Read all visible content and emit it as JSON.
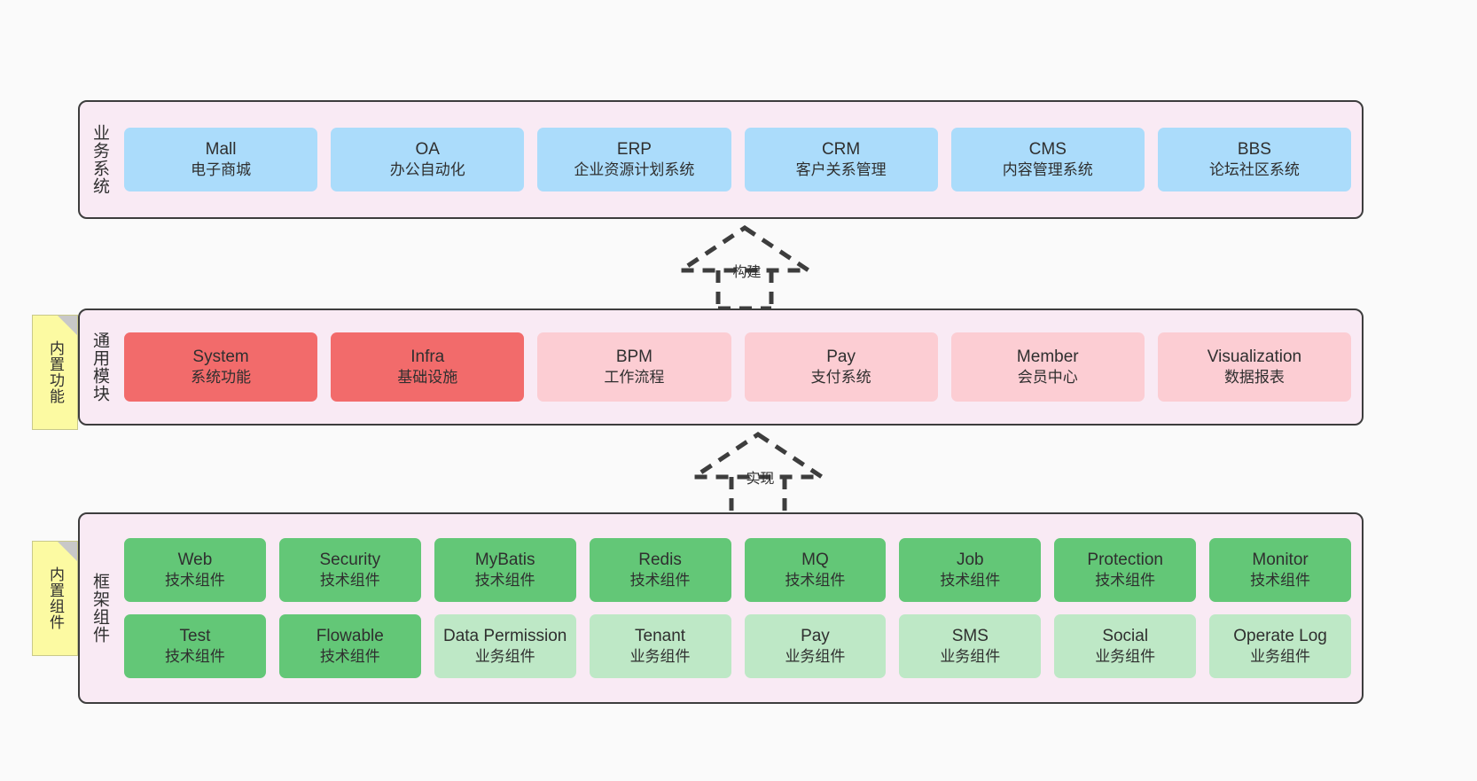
{
  "diagram": {
    "background_color": "#fafafa",
    "layer_bg_color": "#f9eaf4",
    "layer_border_color": "#3d3d3d",
    "note_color": "#fcfaa2"
  },
  "notes": [
    {
      "id": "builtin-func",
      "label": "内置功能"
    },
    {
      "id": "builtin-comp",
      "label": "内置组件"
    }
  ],
  "arrows": [
    {
      "id": "build",
      "label": "构建",
      "style": "dashed-generalization"
    },
    {
      "id": "impl",
      "label": "实现",
      "style": "dashed-generalization"
    }
  ],
  "layers": [
    {
      "id": "business",
      "title": "业务系统",
      "color": "#abdcfb",
      "rows": [
        [
          {
            "title": "Mall",
            "sub": "电子商城",
            "tone": "blue"
          },
          {
            "title": "OA",
            "sub": "办公自动化",
            "tone": "blue"
          },
          {
            "title": "ERP",
            "sub": "企业资源计划系统",
            "tone": "blue"
          },
          {
            "title": "CRM",
            "sub": "客户关系管理",
            "tone": "blue"
          },
          {
            "title": "CMS",
            "sub": "内容管理系统",
            "tone": "blue"
          },
          {
            "title": "BBS",
            "sub": "论坛社区系统",
            "tone": "blue"
          }
        ]
      ]
    },
    {
      "id": "modules",
      "title": "通用模块",
      "color": "#f26b6b",
      "rows": [
        [
          {
            "title": "System",
            "sub": "系统功能",
            "tone": "red-strong"
          },
          {
            "title": "Infra",
            "sub": "基础设施",
            "tone": "red-strong"
          },
          {
            "title": "BPM",
            "sub": "工作流程",
            "tone": "red-light"
          },
          {
            "title": "Pay",
            "sub": "支付系统",
            "tone": "red-light"
          },
          {
            "title": "Member",
            "sub": "会员中心",
            "tone": "red-light"
          },
          {
            "title": "Visualization",
            "sub": "数据报表",
            "tone": "red-light"
          }
        ]
      ]
    },
    {
      "id": "framework",
      "title": "框架组件",
      "color": "#63c777",
      "rows": [
        [
          {
            "title": "Web",
            "sub": "技术组件",
            "tone": "green-strong"
          },
          {
            "title": "Security",
            "sub": "技术组件",
            "tone": "green-strong"
          },
          {
            "title": "MyBatis",
            "sub": "技术组件",
            "tone": "green-strong"
          },
          {
            "title": "Redis",
            "sub": "技术组件",
            "tone": "green-strong"
          },
          {
            "title": "MQ",
            "sub": "技术组件",
            "tone": "green-strong"
          },
          {
            "title": "Job",
            "sub": "技术组件",
            "tone": "green-strong"
          },
          {
            "title": "Protection",
            "sub": "技术组件",
            "tone": "green-strong"
          },
          {
            "title": "Monitor",
            "sub": "技术组件",
            "tone": "green-strong"
          }
        ],
        [
          {
            "title": "Test",
            "sub": "技术组件",
            "tone": "green-strong"
          },
          {
            "title": "Flowable",
            "sub": "技术组件",
            "tone": "green-strong"
          },
          {
            "title": "Data Permission",
            "sub": "业务组件",
            "tone": "green-light"
          },
          {
            "title": "Tenant",
            "sub": "业务组件",
            "tone": "green-light"
          },
          {
            "title": "Pay",
            "sub": "业务组件",
            "tone": "green-light"
          },
          {
            "title": "SMS",
            "sub": "业务组件",
            "tone": "green-light"
          },
          {
            "title": "Social",
            "sub": "业务组件",
            "tone": "green-light"
          },
          {
            "title": "Operate Log",
            "sub": "业务组件",
            "tone": "green-light"
          }
        ]
      ]
    }
  ]
}
